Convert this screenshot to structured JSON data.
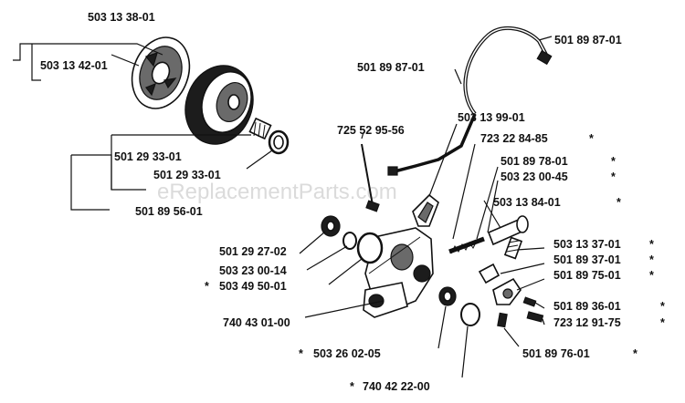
{
  "watermark": "eReplacementParts.com",
  "marker": "*",
  "labels": [
    {
      "id": "p1",
      "text": "503 13 38-01",
      "marked": false
    },
    {
      "id": "p2",
      "text": "503 13 42-01",
      "marked": false
    },
    {
      "id": "p3",
      "text": "501 29 33-01",
      "marked": false
    },
    {
      "id": "p4",
      "text": "501 29 33-01",
      "marked": false
    },
    {
      "id": "p5",
      "text": "501 89 56-01",
      "marked": false
    },
    {
      "id": "p6",
      "text": "501 89 87-01",
      "marked": false
    },
    {
      "id": "p7",
      "text": "501 89 87-01",
      "marked": false
    },
    {
      "id": "p8",
      "text": "725 52 95-56",
      "marked": false
    },
    {
      "id": "p9",
      "text": "503 13 99-01",
      "marked": false
    },
    {
      "id": "p10",
      "text": "723 22 84-85",
      "marked": true
    },
    {
      "id": "p11",
      "text": "501 89 78-01",
      "marked": true
    },
    {
      "id": "p12",
      "text": "503 23 00-45",
      "marked": true
    },
    {
      "id": "p13",
      "text": "503 13 84-01",
      "marked": true
    },
    {
      "id": "p14",
      "text": "501 29 27-02",
      "marked": false
    },
    {
      "id": "p15",
      "text": "503 23 00-14",
      "marked": false
    },
    {
      "id": "p16",
      "text": "503 49 50-01",
      "marked": true
    },
    {
      "id": "p17",
      "text": "503 13 37-01",
      "marked": true
    },
    {
      "id": "p18",
      "text": "501 89 37-01",
      "marked": true
    },
    {
      "id": "p19",
      "text": "501 89 75-01",
      "marked": true
    },
    {
      "id": "p20",
      "text": "501 89 36-01",
      "marked": true
    },
    {
      "id": "p21",
      "text": "723 12 91-75",
      "marked": true
    },
    {
      "id": "p22",
      "text": "740 43 01-00",
      "marked": false
    },
    {
      "id": "p23",
      "text": "503 26 02-05",
      "marked": true
    },
    {
      "id": "p24",
      "text": "501 89 76-01",
      "marked": true
    },
    {
      "id": "p25",
      "text": "740 42 22-00",
      "marked": true
    }
  ]
}
